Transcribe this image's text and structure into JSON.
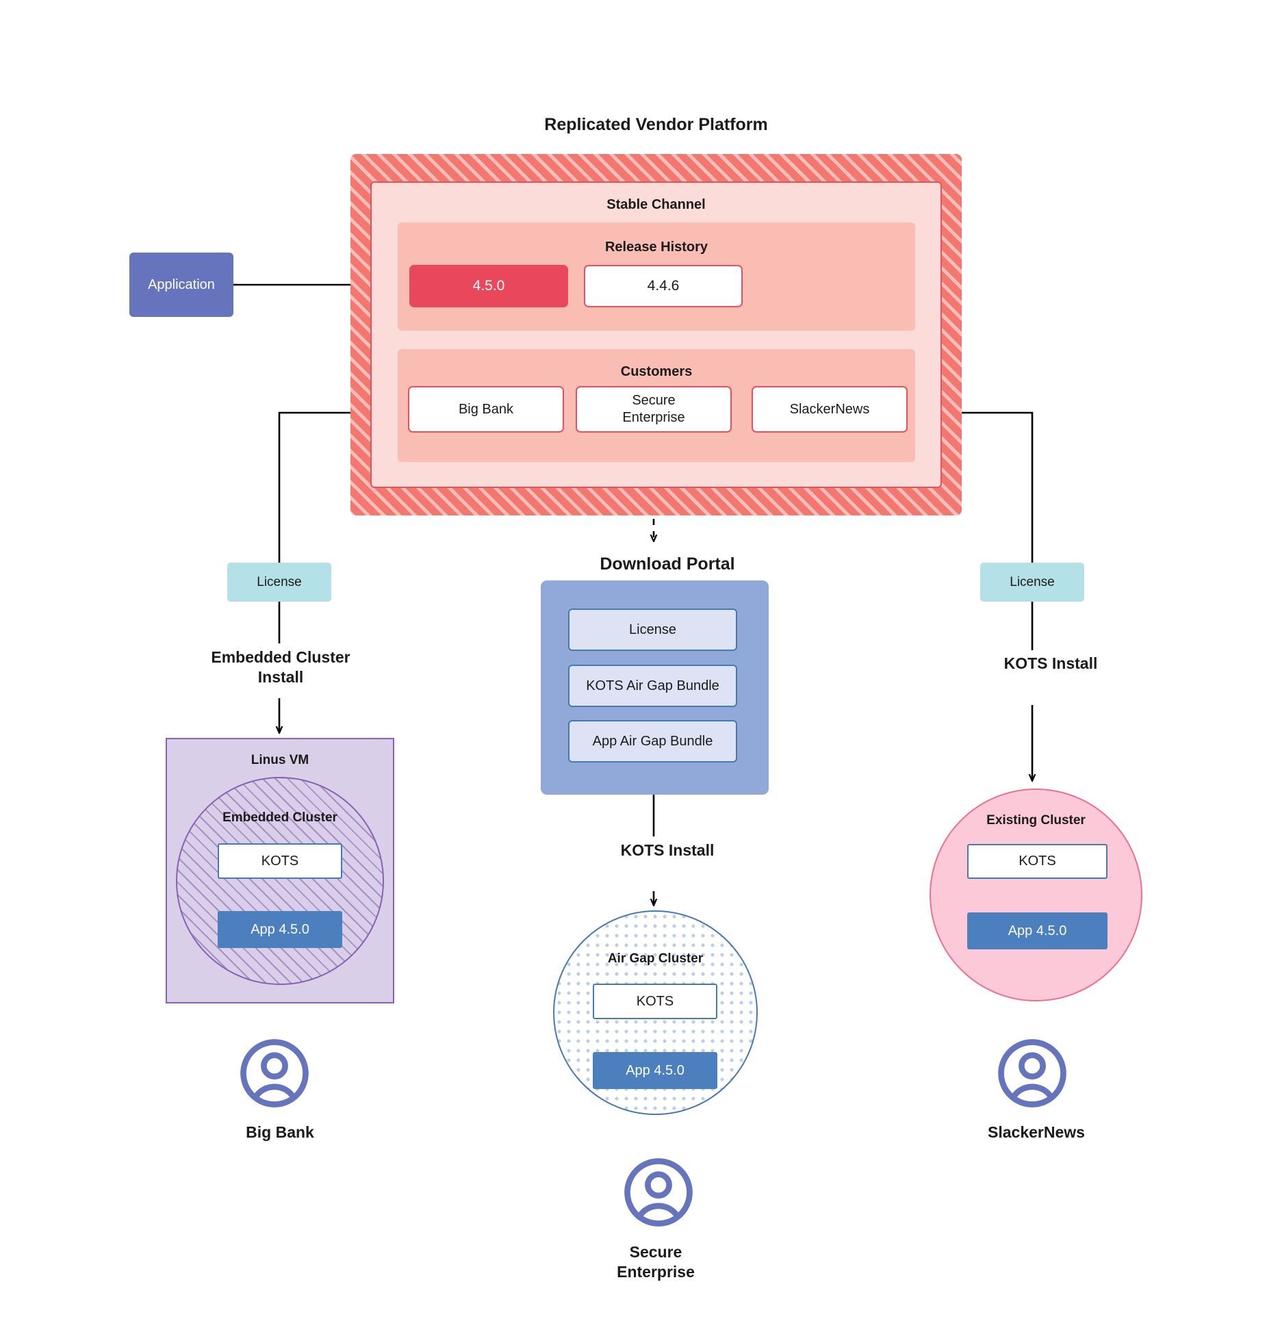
{
  "platform": {
    "title": "Replicated Vendor Platform",
    "channel_title": "Stable Channel",
    "release_history_title": "Release History",
    "releases": [
      {
        "version": "4.5.0",
        "state": "current"
      },
      {
        "version": "4.4.6",
        "state": "previous"
      }
    ],
    "customers_title": "Customers",
    "customers": [
      "Big Bank",
      "Secure\nEnterprise",
      "SlackerNews"
    ]
  },
  "application": {
    "label": "Application"
  },
  "licenses": {
    "left_label": "License",
    "right_label": "License"
  },
  "install_labels": {
    "left": "Embedded Cluster\nInstall",
    "center": "KOTS Install",
    "right": "KOTS Install"
  },
  "linux_vm": {
    "title": "Linus VM",
    "cluster_title": "Embedded Cluster",
    "kots_label": "KOTS",
    "app_label": "App 4.5.0"
  },
  "download_portal": {
    "title": "Download  Portal",
    "items": [
      "License",
      "KOTS Air Gap Bundle",
      "App Air Gap Bundle"
    ]
  },
  "airgap_cluster": {
    "title": "Air Gap Cluster",
    "kots_label": "KOTS",
    "app_label": "App 4.5.0"
  },
  "existing_cluster": {
    "title": "Existing Cluster",
    "kots_label": "KOTS",
    "app_label": "App 4.5.0"
  },
  "personas": [
    {
      "name": "Big Bank",
      "icon": "user-avatar-icon"
    },
    {
      "name": "Secure\nEnterprise",
      "icon": "user-avatar-icon"
    },
    {
      "name": "SlackerNews",
      "icon": "user-avatar-icon"
    }
  ],
  "colors": {
    "platform_fill": "#f2776f",
    "channel_fill": "#fbdcd8",
    "channel_border": "#e8505b",
    "release_active": "#e8475c",
    "application_fill": "#6574bd",
    "license_fill": "#b4e0e8",
    "portal_fill": "#90a9d8",
    "portal_item_fill": "#dde3f4",
    "vm_fill": "#d9cfe9",
    "vm_border": "#8861b0",
    "app_fill": "#4c7fbe",
    "kots_border": "#4878b0",
    "existing_fill": "#fbc9d8",
    "existing_border": "#ee6f96",
    "avatar": "#6574bd"
  }
}
